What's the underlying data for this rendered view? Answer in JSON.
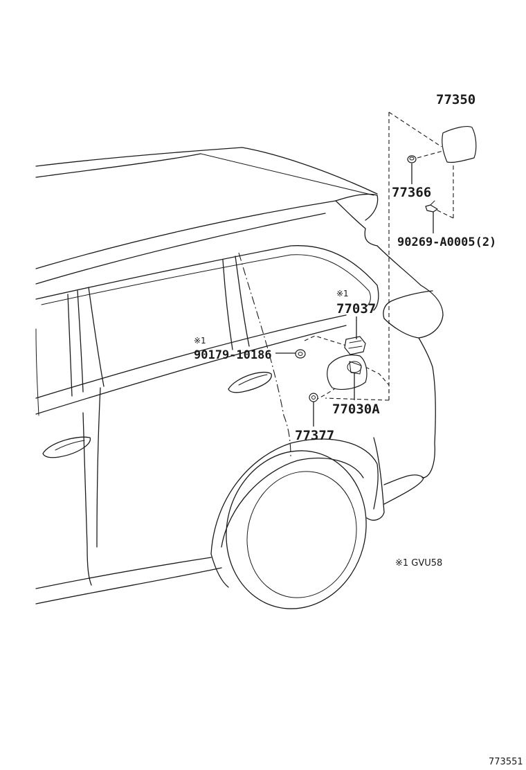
{
  "labels": {
    "p77350": "77350",
    "p77366": "77366",
    "p90269": "90269-A0005(2)",
    "p77037": "77037",
    "p77037_mark": "※1",
    "p90179": "90179-10186",
    "p90179_mark": "※1",
    "p77030a": "77030A",
    "p77377": "77377"
  },
  "footnote": "※1 GVU58",
  "figure_id": "773551"
}
